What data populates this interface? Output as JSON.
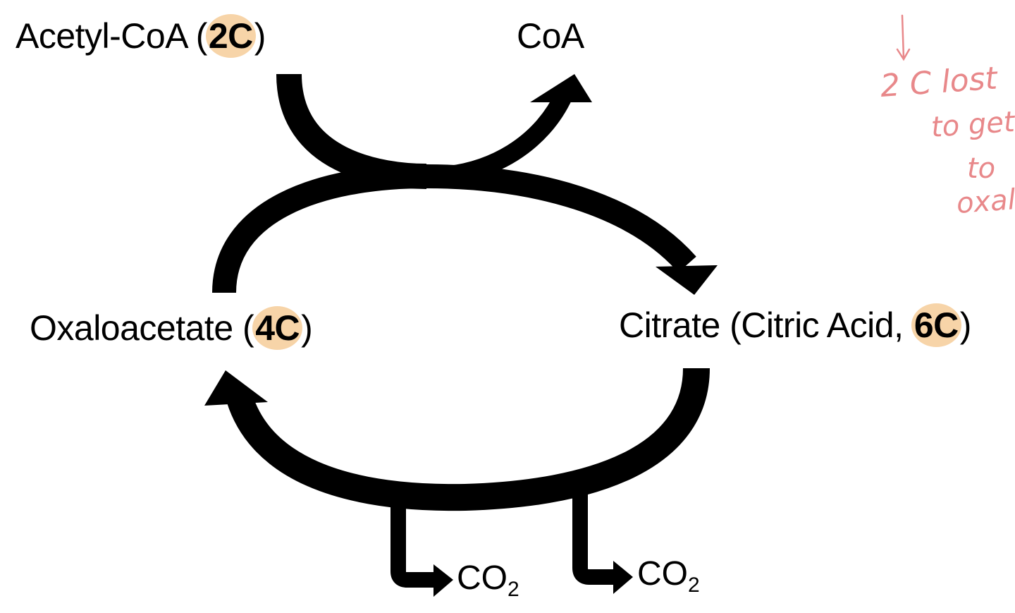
{
  "nodes": {
    "acetyl_coa": {
      "name": "Acetyl-CoA",
      "open": " (",
      "carbons": "2C",
      "close": ")"
    },
    "coa": {
      "name": "CoA"
    },
    "oxaloacetate": {
      "name": "Oxaloacetate",
      "open": " (",
      "carbons": "4C",
      "close": ")"
    },
    "citrate": {
      "name": "Citrate",
      "open": " (Citric Acid, ",
      "carbons": "6C",
      "close": ")"
    }
  },
  "byproducts": [
    {
      "base": "CO",
      "sub": "2"
    },
    {
      "base": "CO",
      "sub": "2"
    }
  ],
  "handwritten_note": [
    "2 C lost",
    "to get",
    "to",
    "oxalo"
  ],
  "colors": {
    "highlight": "#f7d4a8",
    "arrow": "#000000",
    "annotation": "#e8888a"
  }
}
